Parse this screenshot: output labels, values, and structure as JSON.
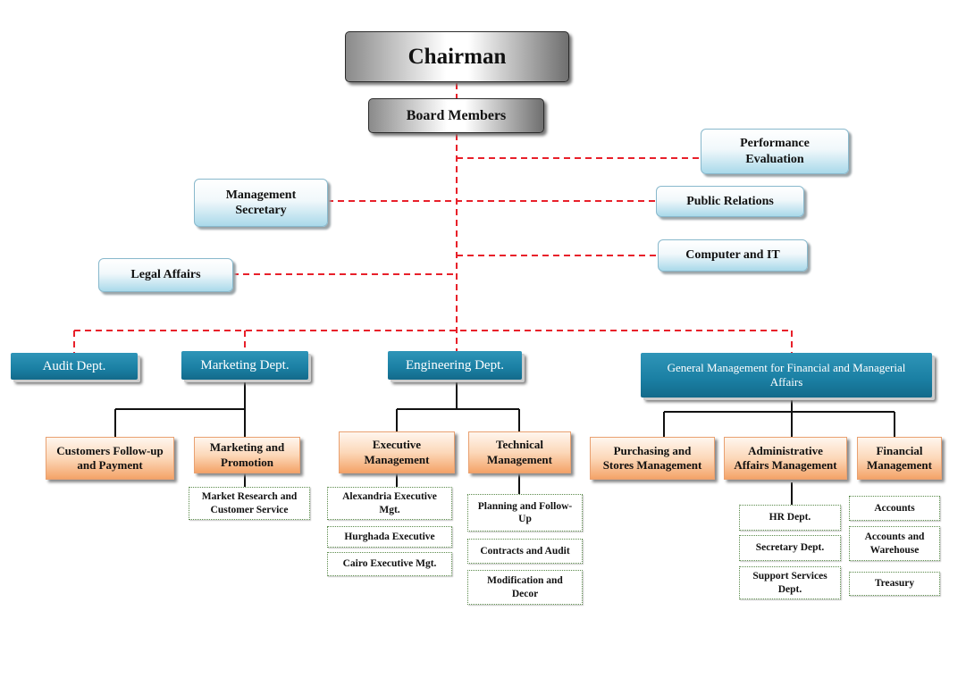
{
  "top": {
    "chairman": "Chairman",
    "board_members": "Board Members"
  },
  "staff": {
    "performance_evaluation": "Performance Evaluation",
    "management_secretary": "Management Secretary",
    "public_relations": "Public Relations",
    "computer_it": "Computer and IT",
    "legal_affairs": "Legal Affairs"
  },
  "departments": {
    "audit": "Audit Dept.",
    "marketing": "Marketing Dept.",
    "engineering": "Engineering Dept.",
    "general_management": "General Management for Financial and Managerial Affairs"
  },
  "marketing": {
    "customers_followup": "Customers Follow-up and Payment",
    "marketing_promotion": "Marketing and Promotion",
    "market_research": "Market Research and Customer Service"
  },
  "engineering": {
    "executive_management": "Executive Management",
    "technical_management": "Technical Management",
    "alexandria": "Alexandria Executive Mgt.",
    "hurghada": "Hurghada Executive",
    "cairo": "Cairo Executive Mgt.",
    "planning": "Planning and Follow-Up",
    "contracts": "Contracts and Audit",
    "modification": "Modification and Decor"
  },
  "general": {
    "purchasing": "Purchasing and Stores Management",
    "administrative": "Administrative Affairs Management",
    "financial": "Financial Management",
    "hr": "HR Dept.",
    "secretary": "Secretary Dept.",
    "support": "Support Services Dept.",
    "accounts": "Accounts",
    "accounts_warehouse": "Accounts and Warehouse",
    "treasury": "Treasury"
  },
  "colors": {
    "dashed_link": "#e8202a",
    "solid_link": "#111111",
    "teal": "#1a7fa3",
    "orange": "#f4a368",
    "ice": "#a9d9ea"
  }
}
